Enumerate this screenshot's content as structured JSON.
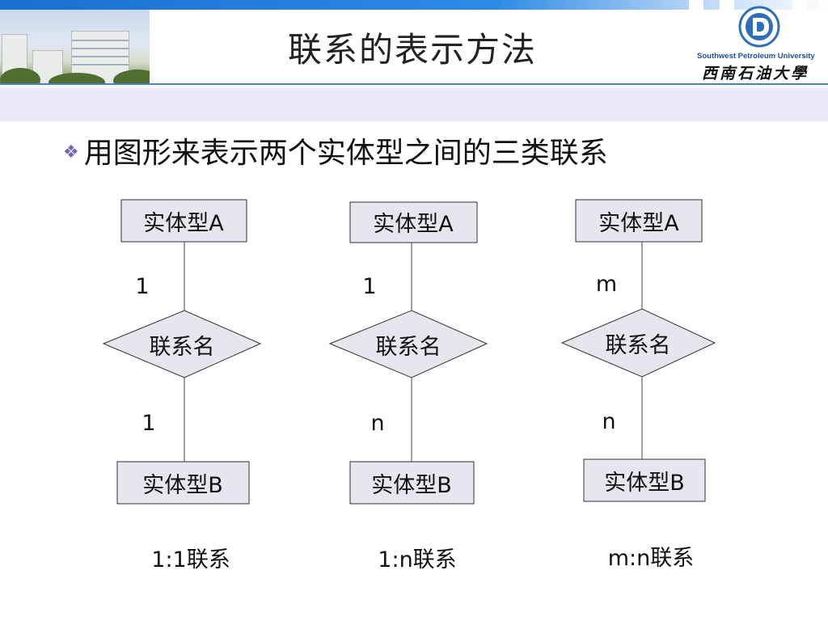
{
  "header": {
    "title": "联系的表示方法",
    "logo_en": "Southwest Petroleum University",
    "logo_cn": "西南石油大學"
  },
  "bullet": "用图形来表示两个实体型之间的三类联系",
  "diagrams": [
    {
      "entity_a": "实体型A",
      "card_a": "1",
      "relationship": "联系名",
      "card_b": "1",
      "entity_b": "实体型B",
      "caption": "1:1联系"
    },
    {
      "entity_a": "实体型A",
      "card_a": "1",
      "relationship": "联系名",
      "card_b": "n",
      "entity_b": "实体型B",
      "caption": "1:n联系"
    },
    {
      "entity_a": "实体型A",
      "card_a": "m",
      "relationship": "联系名",
      "card_b": "n",
      "entity_b": "实体型B",
      "caption": "m:n联系"
    }
  ],
  "colors": {
    "accent": "#2d8be6",
    "shape_fill": "#e6e6ee",
    "bullet_mark": "#7a62b8"
  }
}
